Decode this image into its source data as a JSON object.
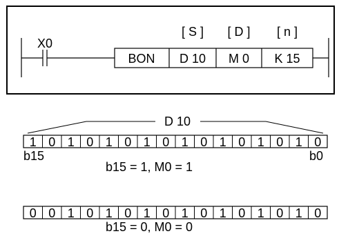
{
  "ladder": {
    "contact_label": "X0",
    "instruction": "BON",
    "operand_headers": [
      "[ S ]",
      "[ D ]",
      "[ n ]"
    ],
    "operands": [
      "D 10",
      "M 0",
      "K 15"
    ]
  },
  "example1": {
    "register_label": "D 10",
    "bits": [
      "1",
      "0",
      "1",
      "0",
      "1",
      "0",
      "1",
      "0",
      "1",
      "0",
      "1",
      "0",
      "1",
      "0",
      "1",
      "0"
    ],
    "msb_label": "b15",
    "lsb_label": "b0",
    "result": "b15 = 1, M0 = 1"
  },
  "example2": {
    "bits": [
      "0",
      "0",
      "1",
      "0",
      "1",
      "0",
      "1",
      "0",
      "1",
      "0",
      "1",
      "0",
      "1",
      "0",
      "1",
      "0"
    ],
    "result": "b15 = 0, M0 = 0"
  }
}
